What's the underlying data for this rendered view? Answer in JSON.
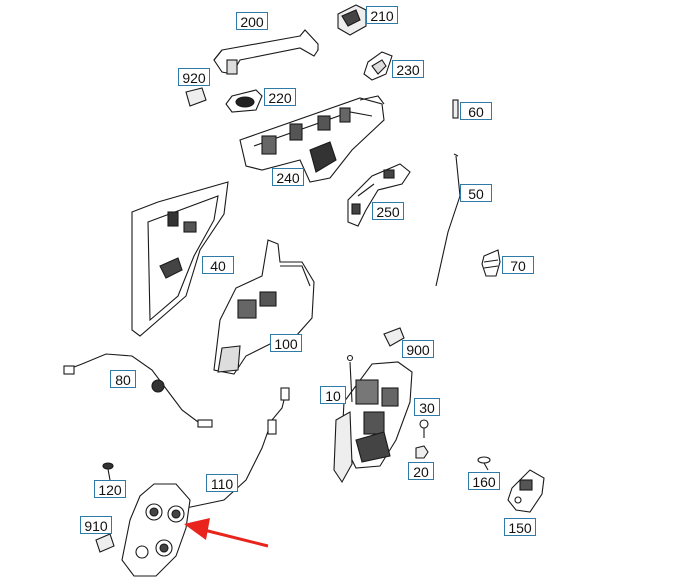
{
  "labels": {
    "p200": "200",
    "p210": "210",
    "p230": "230",
    "p920": "920",
    "p220": "220",
    "p60": "60",
    "p240": "240",
    "p50": "50",
    "p250": "250",
    "p40": "40",
    "p70": "70",
    "p100": "100",
    "p900": "900",
    "p80": "80",
    "p10": "10",
    "p30": "30",
    "p20": "20",
    "p110": "110",
    "p120": "120",
    "p160": "160",
    "p910": "910",
    "p150": "150"
  },
  "colors": {
    "label_border": "#2e7aa8",
    "line": "#1a1a1a",
    "arrow": "#e8241c"
  },
  "icons": {
    "pointer": "red-arrow-icon"
  }
}
